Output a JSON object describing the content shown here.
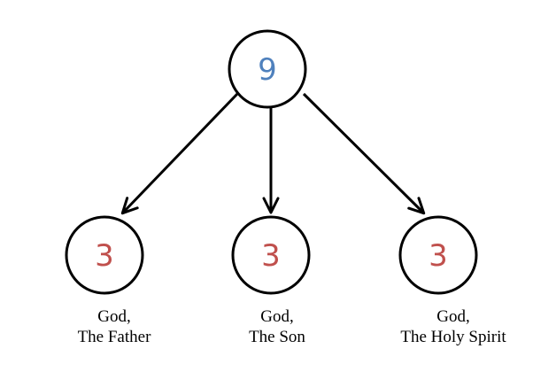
{
  "colors": {
    "root_number": "#4f81bd",
    "child_number": "#c0504d",
    "stroke": "#000000"
  },
  "root": {
    "value": "9"
  },
  "children": [
    {
      "value": "3",
      "caption_line1": "God,",
      "caption_line2": "The Father"
    },
    {
      "value": "3",
      "caption_line1": "God,",
      "caption_line2": "The Son"
    },
    {
      "value": "3",
      "caption_line1": "God,",
      "caption_line2": "The Holy Spirit"
    }
  ]
}
